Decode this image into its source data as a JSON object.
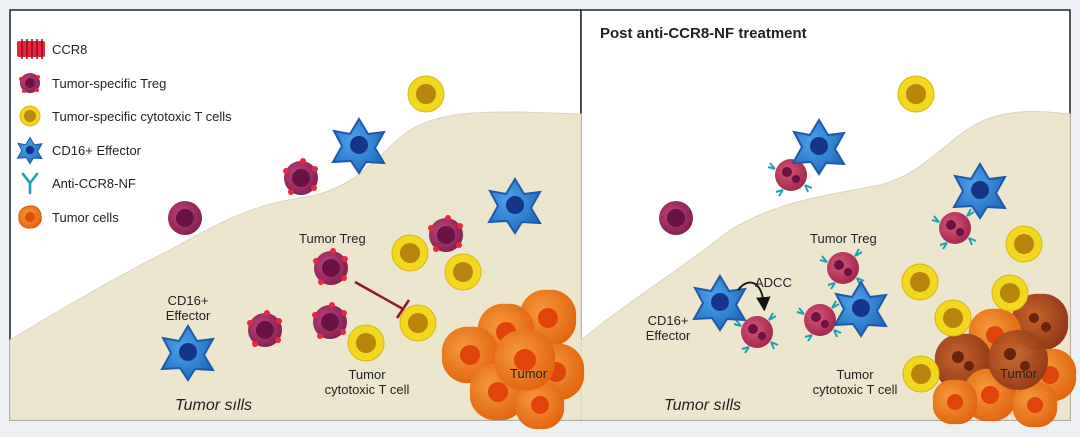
{
  "colors": {
    "tissue": "#ece6cf",
    "tissue_edge": "#d6cfb4",
    "treg_body": "#a32c66",
    "treg_core": "#6b1244",
    "treg_receptor": "#e8263d",
    "tcell_ring": "#f1d81e",
    "tcell_core": "#b8860b",
    "effector_body": "#2f84d8",
    "effector_core": "#16358a",
    "antibody": "#1e9fb4",
    "tumor_orange": "#f27a1c",
    "tumor_dark": "#a8431c",
    "inhibit_line": "#8d1a2b"
  },
  "icons": [
    "ccr8-icon",
    "treg-cell-icon",
    "cytotoxic-t-cell-icon",
    "cd16-effector-icon",
    "antibody-icon",
    "tumor-cell-icon"
  ],
  "legend": {
    "ccr8": "CCR8",
    "treg": "Tumor-specific Treg",
    "tcell": "Tumor-specific cytotoxic T cells",
    "effector": "CD16+ Effector",
    "antibody": "Anti-CCR8-NF",
    "tumor": "Tumor cells"
  },
  "left_panel": {
    "tumor_treg": "Tumor Treg",
    "cd16_line1": "CD16+",
    "cd16_line2": "Effector",
    "tcell_line1": "Tumor",
    "tcell_line2": "cytotoxic T cell",
    "tumor": "Tumor",
    "tumor_cells": "Tumor sılls"
  },
  "right_panel": {
    "title": "Post anti-CCR8-NF treatment",
    "tumor_treg": "Tumor Treg",
    "adcc": "ADCC",
    "cd16_line1": "CD16+",
    "cd16_line2": "Effector",
    "tcell_line1": "Tumor",
    "tcell_line2": "cytotoxic T cell",
    "tumor": "Tumor",
    "tumor_cells": "Tumor sılls"
  }
}
